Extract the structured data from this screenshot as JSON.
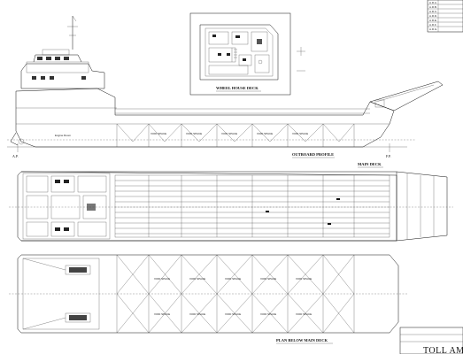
{
  "views": {
    "wheelhouse_title": "WHEEL HOUSE DECK",
    "outboard_title": "OUTBOARD PROFILE",
    "main_deck_title": "MAIN DECK",
    "plan_below_title": "PLAN BELOW MAIN DECK"
  },
  "marks": {
    "ap": "A.P.",
    "fp": "F.P."
  },
  "profile_labels": {
    "engine_room": "Engine Room",
    "void_space": "VOID SPACE"
  },
  "revision_table": {
    "rows": [
      "A.R.A.",
      "A.R.B.",
      "A.R.C.",
      "A.R.D.",
      "A.R.E.",
      "A.R.F.",
      "A.R.G."
    ]
  },
  "title_block": {
    "company": "TOLL AM..."
  },
  "colors": {
    "line": "#111111",
    "paper": "#ffffff"
  }
}
